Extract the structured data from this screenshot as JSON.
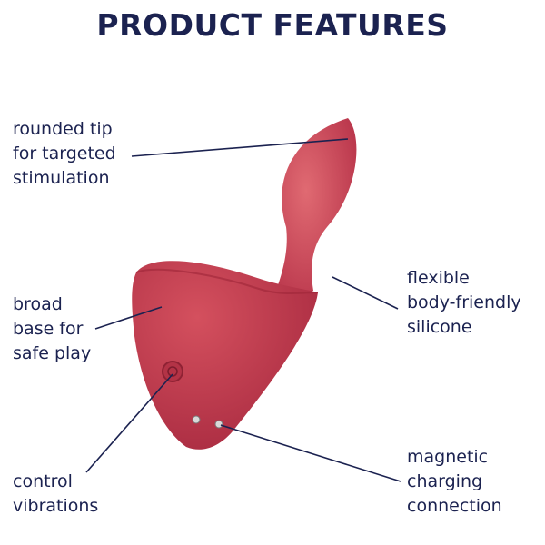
{
  "title": "PRODUCT FEATURES",
  "features": [
    {
      "label": "rounded tip\nfor targeted\nstimulation"
    },
    {
      "label": "broad\nbase for\nsafe play"
    },
    {
      "label": "flexible\nbody-friendly\nsilicone"
    },
    {
      "label": "control\nvibrations"
    },
    {
      "label": "magnetic\ncharging\nconnection"
    }
  ],
  "colors": {
    "text": "#1b2250",
    "product": "#c94453"
  }
}
